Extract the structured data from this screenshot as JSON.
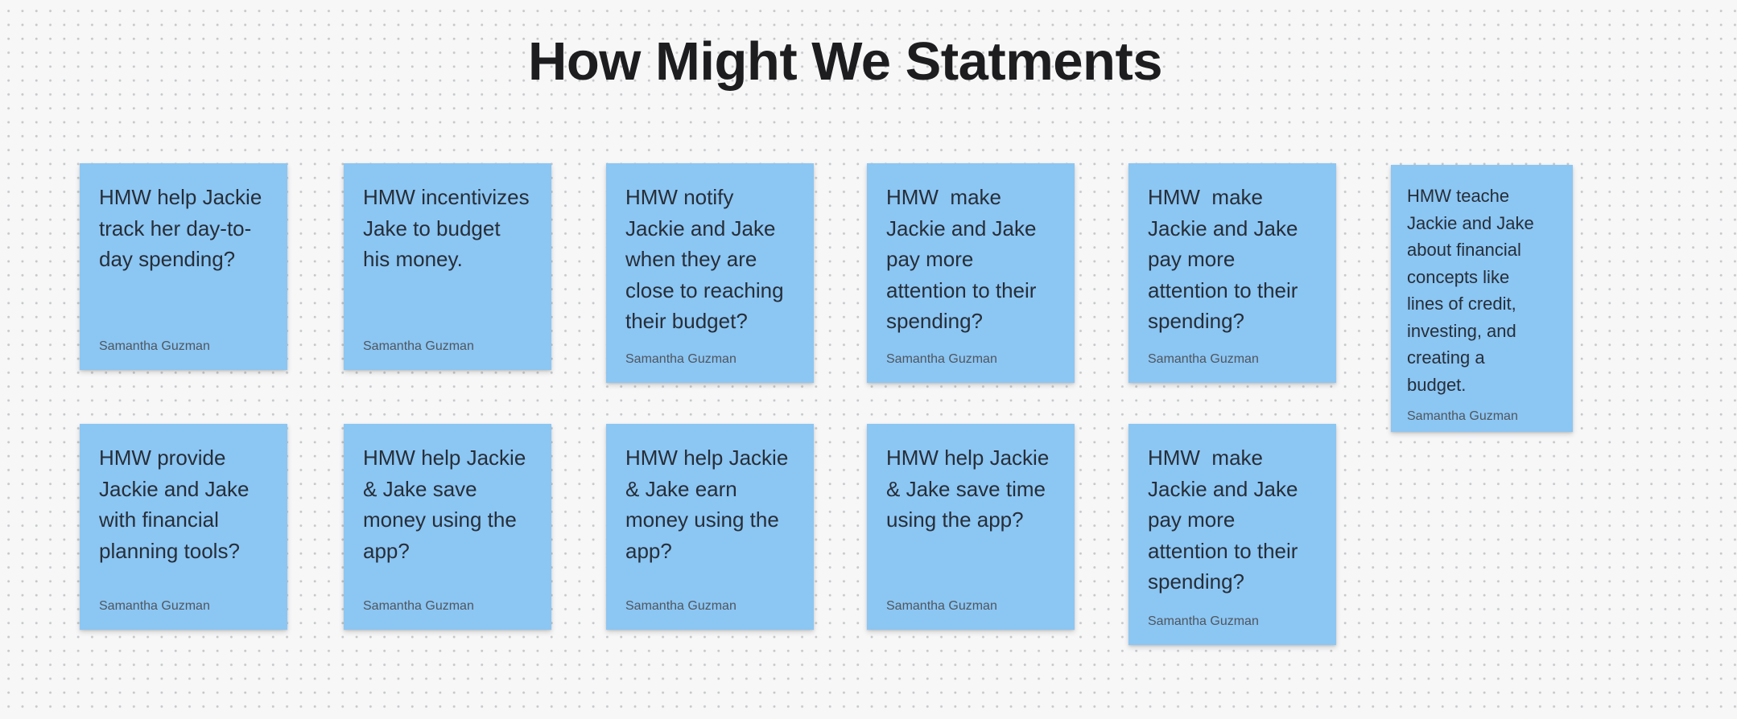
{
  "board": {
    "title": "How Might We Statments"
  },
  "notes": [
    {
      "text": "HMW help Jackie\ntrack her day-to-\nday spending?",
      "author": "Samantha Guzman"
    },
    {
      "text": "HMW incentivizes\nJake to budget\nhis money.",
      "author": "Samantha Guzman"
    },
    {
      "text": "HMW notify\nJackie and Jake\nwhen they are\nclose to reaching\ntheir budget?",
      "author": "Samantha Guzman"
    },
    {
      "text": "HMW  make\nJackie and Jake\npay more\nattention to their\nspending?",
      "author": "Samantha Guzman"
    },
    {
      "text": "HMW  make\nJackie and Jake\npay more\nattention to their\nspending?",
      "author": "Samantha Guzman"
    },
    {
      "text": "HMW teache\nJackie and Jake\nabout financial\nconcepts like\nlines of credit,\ninvesting, and\ncreating a\nbudget.",
      "author": "Samantha Guzman"
    },
    {
      "text": "HMW provide\nJackie and Jake\nwith financial\nplanning tools?",
      "author": "Samantha Guzman"
    },
    {
      "text": "HMW help Jackie\n& Jake save\nmoney using the\napp?",
      "author": "Samantha Guzman"
    },
    {
      "text": "HMW help Jackie\n& Jake earn\nmoney using the\napp?",
      "author": "Samantha Guzman"
    },
    {
      "text": "HMW help Jackie\n& Jake save time\nusing the app?",
      "author": "Samantha Guzman"
    },
    {
      "text": "HMW  make\nJackie and Jake\npay more\nattention to their\nspending?",
      "author": "Samantha Guzman"
    }
  ],
  "colors": {
    "background": "#F7F7F8",
    "grid_dot": "#C6C8CA",
    "sticky": "#8CC6F3",
    "sticky_text": "#262E38",
    "author_text": "#4F565E",
    "title_text": "#1D1D1F"
  }
}
